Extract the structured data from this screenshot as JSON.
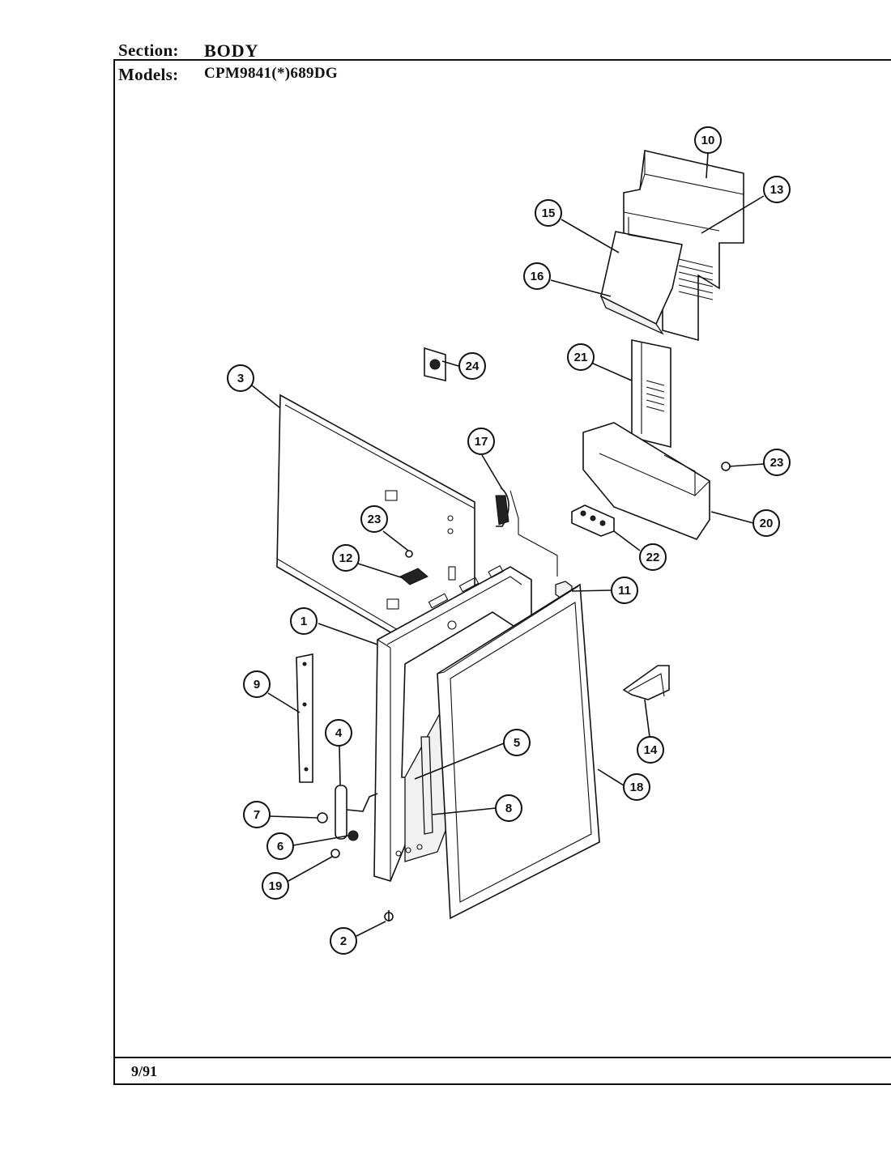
{
  "header": {
    "section_label": "Section:",
    "section_value": "BODY",
    "models_label": "Models:",
    "models_value": "CPM9841(*)689DG"
  },
  "footer": {
    "date": "9/91"
  },
  "callouts": [
    "10",
    "13",
    "15",
    "16",
    "24",
    "21",
    "3",
    "17",
    "23",
    "20",
    "23",
    "22",
    "12",
    "11",
    "1",
    "14",
    "9",
    "5",
    "4",
    "18",
    "8",
    "7",
    "6",
    "19",
    "2"
  ]
}
